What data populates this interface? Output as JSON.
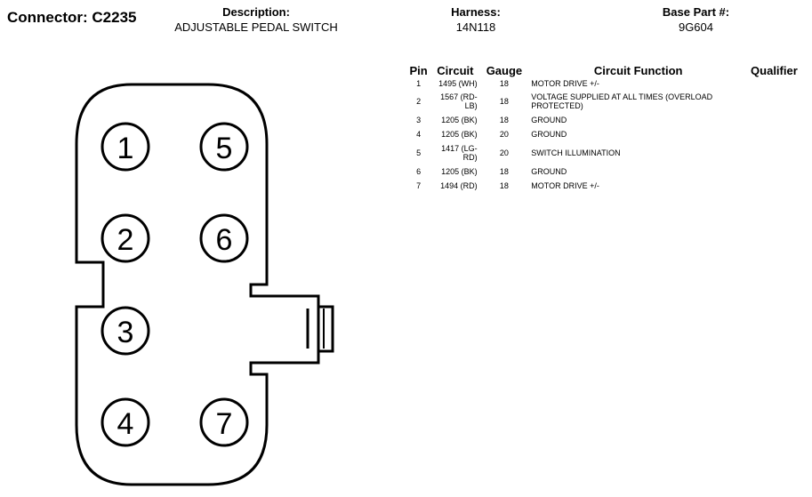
{
  "connector": {
    "title": "Connector: C2235"
  },
  "header": {
    "description_label": "Description:",
    "description_value": "ADJUSTABLE PEDAL SWITCH",
    "harness_label": "Harness:",
    "harness_value": "14N118",
    "base_part_label": "Base Part #:",
    "base_part_value": "9G604"
  },
  "table": {
    "columns": [
      "Pin",
      "Circuit",
      "Gauge",
      "Circuit Function",
      "Qualifier"
    ],
    "rows": [
      {
        "pin": "1",
        "circuit": "1495 (WH)",
        "gauge": "18",
        "function": "MOTOR DRIVE +/-",
        "qualifier": ""
      },
      {
        "pin": "2",
        "circuit": "1567 (RD-LB)",
        "gauge": "18",
        "function": "VOLTAGE SUPPLIED AT ALL TIMES (OVERLOAD PROTECTED)",
        "qualifier": ""
      },
      {
        "pin": "3",
        "circuit": "1205 (BK)",
        "gauge": "18",
        "function": "GROUND",
        "qualifier": ""
      },
      {
        "pin": "4",
        "circuit": "1205 (BK)",
        "gauge": "20",
        "function": "GROUND",
        "qualifier": ""
      },
      {
        "pin": "5",
        "circuit": "1417 (LG-RD)",
        "gauge": "20",
        "function": "SWITCH ILLUMINATION",
        "qualifier": ""
      },
      {
        "pin": "6",
        "circuit": "1205 (BK)",
        "gauge": "18",
        "function": "GROUND",
        "qualifier": ""
      },
      {
        "pin": "7",
        "circuit": "1494 (RD)",
        "gauge": "18",
        "function": "MOTOR DRIVE +/-",
        "qualifier": ""
      }
    ]
  },
  "diagram": {
    "pin_labels": [
      "1",
      "2",
      "3",
      "4",
      "5",
      "6",
      "7"
    ]
  }
}
